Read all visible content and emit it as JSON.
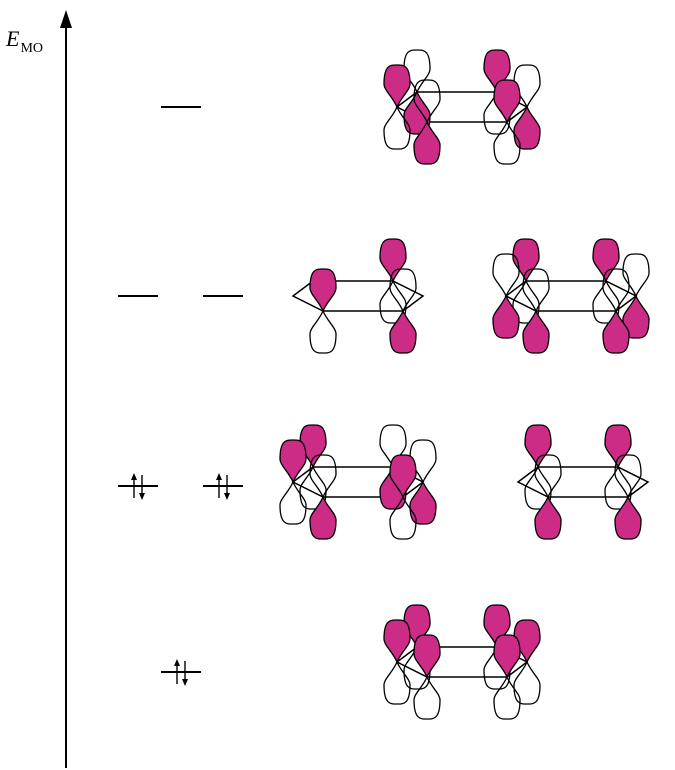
{
  "axis": {
    "symbol": "E",
    "subscript": "MO"
  },
  "colors": {
    "lobe_fill": "#cc2b86",
    "line": "#000000",
    "background": "#ffffff"
  },
  "levels": [
    {
      "name": "level-top",
      "orbitals": 1,
      "electrons": [
        0
      ]
    },
    {
      "name": "level-upper",
      "orbitals": 2,
      "electrons": [
        0,
        0
      ]
    },
    {
      "name": "level-lower",
      "orbitals": 2,
      "electrons": [
        2,
        2
      ]
    },
    {
      "name": "level-bottom",
      "orbitals": 1,
      "electrons": [
        2
      ]
    }
  ],
  "orbital_pictures": [
    {
      "name": "pi6-top-orbital-picture"
    },
    {
      "name": "pi4-orbital-picture"
    },
    {
      "name": "pi5-orbital-picture"
    },
    {
      "name": "pi2-orbital-picture"
    },
    {
      "name": "pi3-orbital-picture"
    },
    {
      "name": "pi1-bottom-orbital-picture"
    }
  ]
}
